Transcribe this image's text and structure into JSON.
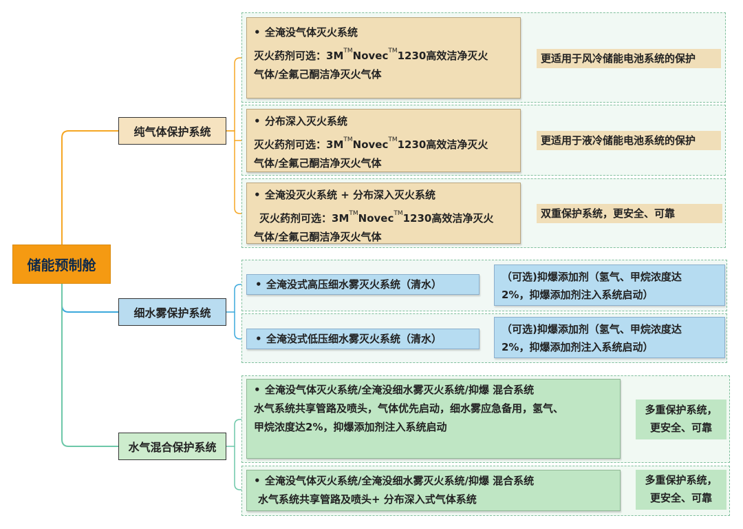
{
  "root": "储能预制舱",
  "branches": [
    {
      "label": "纯气体保护系统",
      "items": [
        {
          "line1": "全淹没气体灭火系统",
          "line2_pre": "灭火药剂可选：3M",
          "tm1": "TM",
          "line2_mid": "Novec",
          "tm2": "TM",
          "line2_post": "1230高效洁净灭火",
          "line3": "气体/全氟己酮洁净灭火气体",
          "note": "更适用于风冷储能电池系统的保护"
        },
        {
          "line1": "分布深入灭火系统",
          "line2_pre": "灭火药剂可选：3M",
          "tm1": "TM",
          "line2_mid": "Novec",
          "tm2": "TM",
          "line2_post": "1230高效洁净灭火",
          "line3": "气体/全氟己酮洁净灭火气体",
          "note": "更适用于液冷储能电池系统的保护"
        },
        {
          "line1": "全淹没灭火系统 + 分布深入灭火系统",
          "line2_pre": "灭火药剂可选：3M",
          "tm1": "TM",
          "line2_mid": "Novec",
          "tm2": "TM",
          "line2_post": "1230高效洁净灭火",
          "line3": "气体/全氟己酮洁净灭火气体",
          "note": "双重保护系统，更安全、可靠"
        }
      ]
    },
    {
      "label": "细水雾保护系统",
      "items": [
        {
          "line1": "全淹没式高压细水雾灭火系统（清水）",
          "note_line1": "（可选)抑爆添加剂（氢气、甲烷浓度达",
          "note_line2": "2%，抑爆添加剂注入系统启动）"
        },
        {
          "line1": "全淹没式低压细水雾灭火系统（清水）",
          "note_line1": "（可选)抑爆添加剂（氢气、甲烷浓度达",
          "note_line2": "2%，抑爆添加剂注入系统启动）"
        }
      ]
    },
    {
      "label": "水气混合保护系统",
      "items": [
        {
          "line1": "全淹没气体灭火系统/全淹没细水雾灭火系统/抑爆 混合系统",
          "line2": "水气系统共享管路及喷头，气体优先启动，细水雾应急备用，氢气、",
          "line3": "甲烷浓度达2%，抑爆添加剂注入系统启动",
          "note_line1": "多重保护系统，",
          "note_line2": "更安全、可靠"
        },
        {
          "line1": "全淹没气体灭火系统/全淹没细水雾灭火系统/抑爆 混合系统",
          "line2": "水气系统共享管路及喷头+ 分布深入式气体系统",
          "note_line1": "多重保护系统，",
          "note_line2": "更安全、可靠"
        }
      ]
    }
  ],
  "bullet": "•",
  "colors": {
    "orange": "#f5a623",
    "blue": "#3aa8dc",
    "green": "#6cc7a8"
  }
}
